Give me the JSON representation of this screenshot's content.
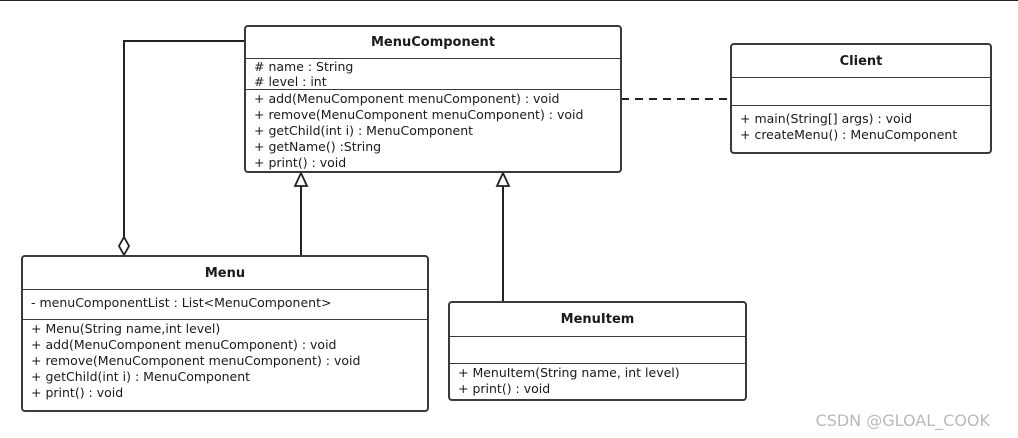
{
  "classes": {
    "menu_component": {
      "name": "MenuComponent",
      "attributes": [
        "# name : String",
        "# level : int"
      ],
      "operations": [
        "+ add(MenuComponent menuComponent) : void",
        "+ remove(MenuComponent menuComponent) : void",
        "+ getChild(int i) : MenuComponent",
        "+ getName() :String",
        "+ print() : void"
      ]
    },
    "client": {
      "name": "Client",
      "attributes": [],
      "operations": [
        "+ main(String[] args) : void",
        "+ createMenu() : MenuComponent"
      ]
    },
    "menu": {
      "name": "Menu",
      "attributes": [
        "- menuComponentList : List<MenuComponent>"
      ],
      "operations": [
        "+ Menu(String name,int level)",
        "+ add(MenuComponent menuComponent) : void",
        "+ remove(MenuComponent menuComponent) : void",
        "+ getChild(int i) : MenuComponent",
        "+ print() : void"
      ]
    },
    "menu_item": {
      "name": "MenuItem",
      "attributes": [],
      "operations": [
        "+ MenuItem(String name, int level)",
        "+ print() : void"
      ]
    }
  },
  "watermark": "CSDN @GLOAL_COOK"
}
